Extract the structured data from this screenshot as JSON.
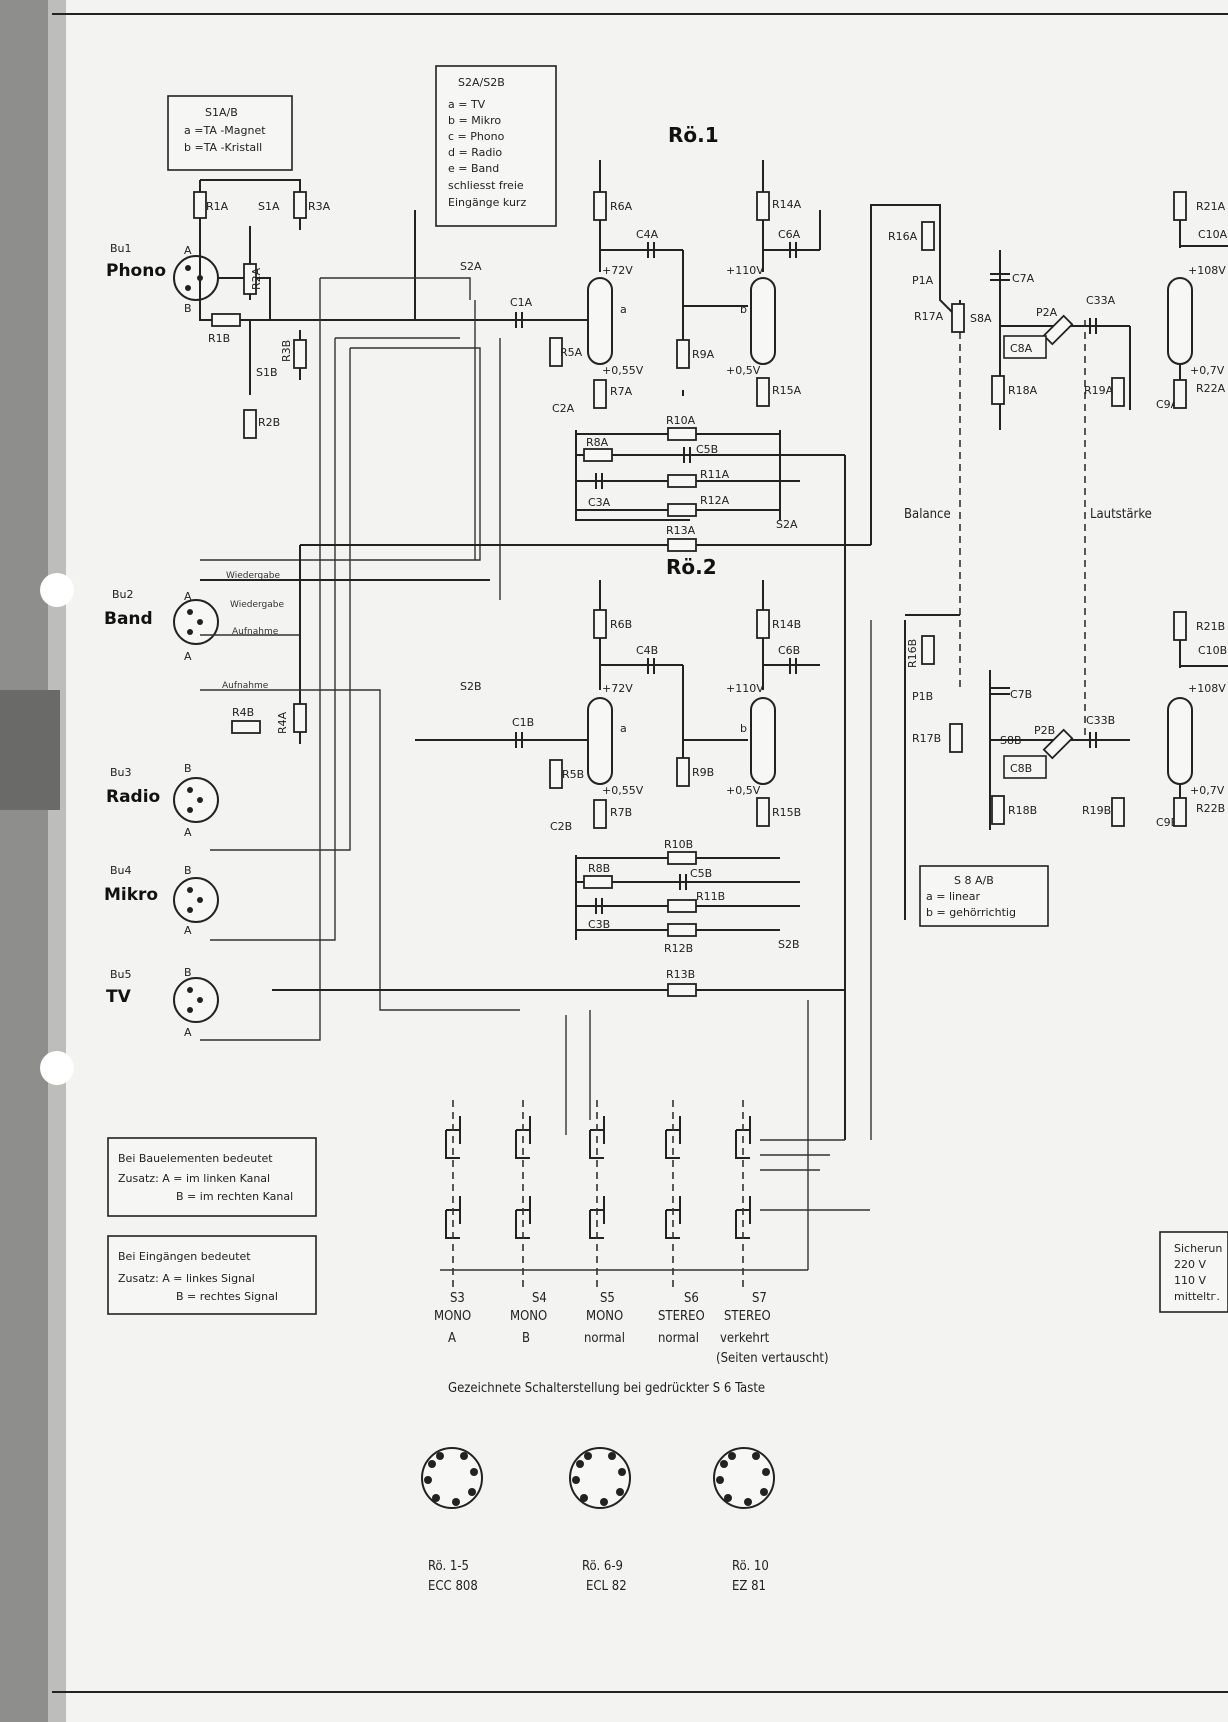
{
  "title": "Rö.1",
  "title2": "Rö.2",
  "s1_legend": {
    "title": "S1A/B",
    "a": "a =TA -Magnet",
    "b": "b =TA -Kristall"
  },
  "s2_legend": {
    "title": "S2A/S2B",
    "lines": [
      "a = TV",
      "b = Mikro",
      "c = Phono",
      "d = Radio",
      "e = Band",
      "schliesst freie",
      "Eingänge kurz"
    ]
  },
  "s8_legend": {
    "title": "S 8 A/B",
    "a": "a = linear",
    "b": "b = gehörrichtig"
  },
  "legend_bauelemente": {
    "l1": "Bei Bauelementen bedeutet",
    "l2": "Zusatz: A = im linken Kanal",
    "l3": "B = im rechten Kanal"
  },
  "legend_eingaenge": {
    "l1": "Bei Eingängen  bedeutet",
    "l2": "Zusatz: A = linkes Signal",
    "l3": "B = rechtes Signal"
  },
  "sicherung": {
    "l1": "Sicherun",
    "l2": "220 V",
    "l3": "110 V",
    "l4": "mitteltг."
  },
  "inputs": [
    {
      "id": "Bu1",
      "name": "Phono"
    },
    {
      "id": "Bu2",
      "name": "Band"
    },
    {
      "id": "Bu3",
      "name": "Radio"
    },
    {
      "id": "Bu4",
      "name": "Mikro"
    },
    {
      "id": "Bu5",
      "name": "TV"
    }
  ],
  "band_wires": {
    "w1": "Wiedergabe",
    "w2": "Wiedergabe",
    "a1": "Aufnahme",
    "a2": "Aufnahme"
  },
  "section_labels": {
    "balance": "Balance",
    "lautstaerke": "Lautstärke"
  },
  "channel_a": {
    "r1": "R1A",
    "s1": "S1A",
    "r3": "R3A",
    "r2": "R2A",
    "r1b": "R1B",
    "r3b": "R3B",
    "s1b": "S1B",
    "r2b": "R2B",
    "s2": "S2A",
    "c1": "C1A",
    "r5": "R5A",
    "c2": "C2A",
    "r6": "R6A",
    "r7": "R7A",
    "c4": "C4A",
    "r9": "R9A",
    "r14": "R14A",
    "c6": "C6A",
    "r15": "R15A",
    "r10": "R10A",
    "r8": "R8A",
    "c5": "C5B",
    "r11": "R11A",
    "c3": "C3A",
    "r12": "R12A",
    "r13": "R13A",
    "s2sw": "S2A",
    "r16": "R16A",
    "p1": "P1A",
    "r17": "R17A",
    "s8": "S8A",
    "c7": "C7A",
    "p2": "P2A",
    "c8": "C8A",
    "r18": "R18A",
    "c33": "C33A",
    "r19": "R19A",
    "c9": "C9A",
    "r22": "R22A",
    "r21": "R21A",
    "c10": "C10A",
    "v1": "+72V",
    "v1k": "+0,55V",
    "v2": "+110V",
    "v2k": "+0,5V",
    "v3": "+108V",
    "v3k": "+0,7V"
  },
  "channel_b": {
    "r4": "R4B",
    "r4a": "R4A",
    "s2": "S2B",
    "c1": "C1B",
    "r5": "R5B",
    "c2": "C2B",
    "r6": "R6B",
    "r7": "R7B",
    "c4": "C4B",
    "r9": "R9B",
    "r14": "R14B",
    "c6": "C6B",
    "r15": "R15B",
    "r10": "R10B",
    "r8": "R8B",
    "c5": "C5B",
    "r11": "R11B",
    "c3": "C3B",
    "r12": "R12B",
    "r13": "R13B",
    "s2sw": "S2B",
    "r16": "R16B",
    "p1": "P1B",
    "r17": "R17B",
    "c7": "C7B",
    "s8": "S8B",
    "p2": "P2B",
    "c8": "C8B",
    "r18": "R18B",
    "c33": "C33B",
    "r19": "R19B",
    "c9": "C9B",
    "r22": "R22B",
    "r21": "R21B",
    "c10": "C10B",
    "v1": "+72V",
    "v1k": "+0,55V",
    "v2": "+110V",
    "v2k": "+0,5V",
    "v3": "+108V",
    "v3k": "+0,7V"
  },
  "switches": [
    {
      "id": "S3",
      "l1": "MONO",
      "l2": "A"
    },
    {
      "id": "S4",
      "l1": "MONO",
      "l2": "B"
    },
    {
      "id": "S5",
      "l1": "MONO",
      "l2": "normal"
    },
    {
      "id": "S6",
      "l1": "STEREO",
      "l2": "normal"
    },
    {
      "id": "S7",
      "l1": "STEREO",
      "l2": "verkehrt",
      "l3": "(Seiten vertauscht)"
    }
  ],
  "switch_caption": "Gezeichnete Schalterstellung bei gedrückter S 6 Taste",
  "tube_bases": [
    {
      "l1": "Rö. 1-5",
      "l2": "ECC 808"
    },
    {
      "l1": "Rö. 6-9",
      "l2": "ECL 82"
    },
    {
      "l1": "Rö. 10",
      "l2": "EZ 81"
    }
  ]
}
